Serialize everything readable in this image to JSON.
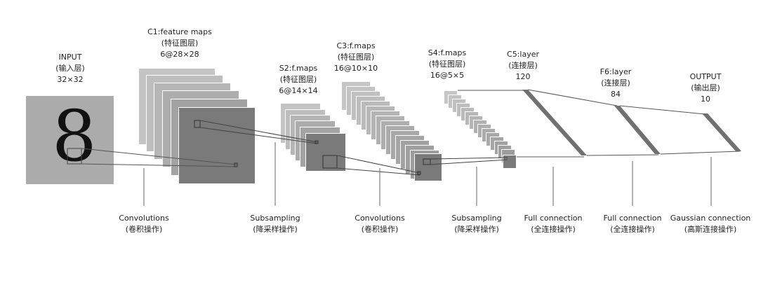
{
  "layers": [
    {
      "id": "input",
      "lines": [
        "INPUT",
        "(输入层)",
        "32×32"
      ]
    },
    {
      "id": "c1",
      "lines": [
        "C1:feature maps",
        "(特征图层)",
        "6@28×28"
      ]
    },
    {
      "id": "s2",
      "lines": [
        "S2:f.maps",
        "(特征图层)",
        "6@14×14"
      ]
    },
    {
      "id": "c3",
      "lines": [
        "C3:f.maps",
        "(特征图层)",
        "16@10×10"
      ]
    },
    {
      "id": "s4",
      "lines": [
        "S4:f.maps",
        "(特征图层)",
        "16@5×5"
      ]
    },
    {
      "id": "c5",
      "lines": [
        "C5:layer",
        "(连接层)",
        "120"
      ]
    },
    {
      "id": "f6",
      "lines": [
        "F6:layer",
        "(连接层)",
        "84"
      ]
    },
    {
      "id": "output",
      "lines": [
        "OUTPUT",
        "(输出层)",
        "10"
      ]
    }
  ],
  "operations": [
    {
      "id": "conv1",
      "lines": [
        "Convolutions",
        "(卷积操作)"
      ]
    },
    {
      "id": "sub1",
      "lines": [
        "Subsampling",
        "(降采样操作)"
      ]
    },
    {
      "id": "conv2",
      "lines": [
        "Convolutions",
        "(卷积操作)"
      ]
    },
    {
      "id": "sub2",
      "lines": [
        "Subsampling",
        "(降采样操作)"
      ]
    },
    {
      "id": "full1",
      "lines": [
        "Full connection",
        "(全连接操作)"
      ]
    },
    {
      "id": "full2",
      "lines": [
        "Full connection",
        "(全连接操作)"
      ]
    },
    {
      "id": "gauss",
      "lines": [
        "Gaussian connection",
        "(高斯连接操作)"
      ]
    }
  ],
  "input_digit": "8",
  "colors": {
    "input_bg": "#ababab",
    "map_light": "#c0c0c0",
    "map_dark": "#7a7a7a",
    "bar": "#707070",
    "line": "#555555",
    "text": "#222222"
  }
}
